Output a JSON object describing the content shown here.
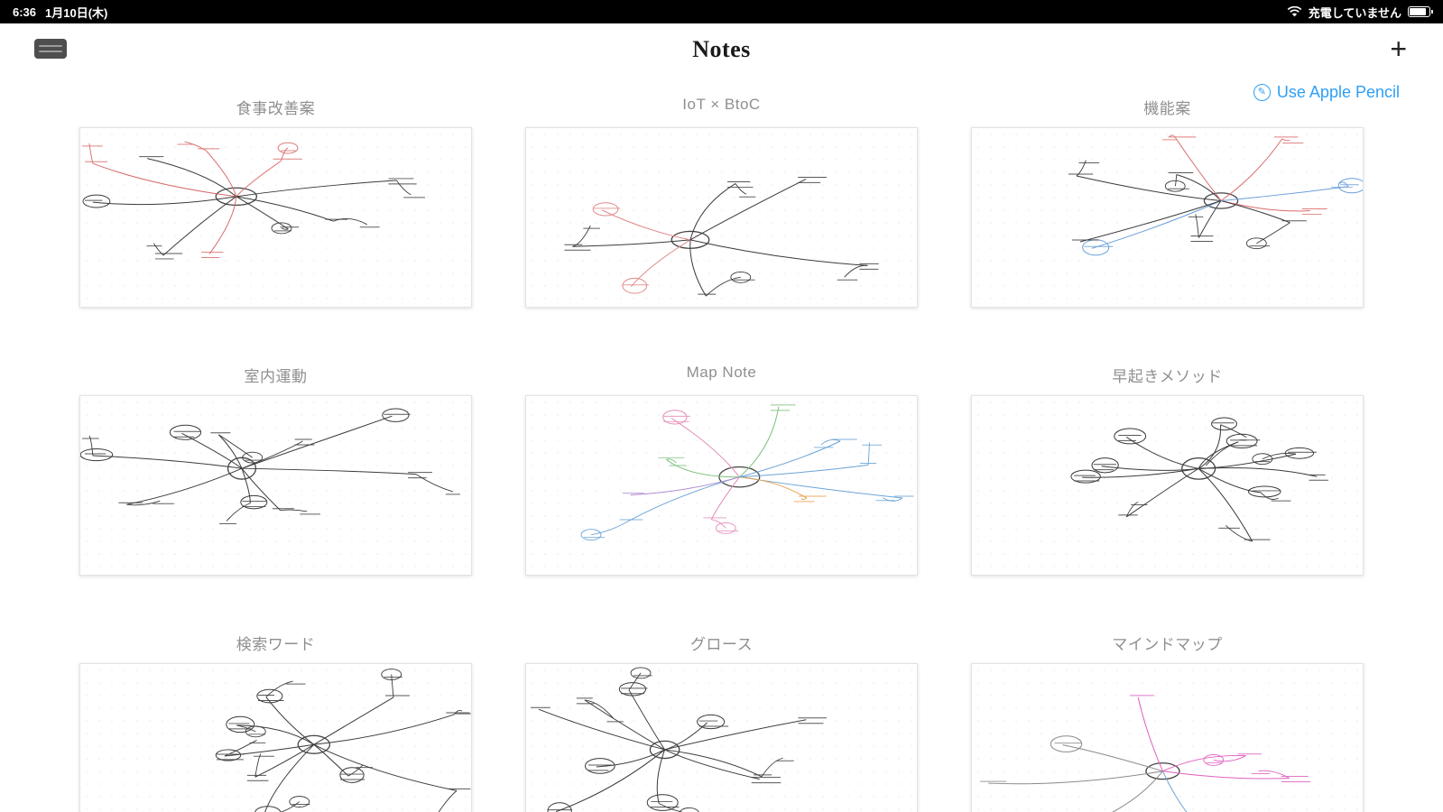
{
  "status_bar": {
    "time": "6:36",
    "date": "1月10日(木)",
    "charging_status": "充電していません"
  },
  "header": {
    "title": "Notes",
    "add_label": "+"
  },
  "apple_pencil": {
    "label": "Use Apple Pencil",
    "icon_glyph": "✎",
    "color": "#2f9ff6"
  },
  "notes": [
    {
      "title": "食事改善案",
      "colors": [
        "#3a3a3a",
        "#3a3a3a",
        "#3a3a3a",
        "#d96a6a",
        "#49b8ae"
      ]
    },
    {
      "title": "IoT × BtoC",
      "colors": [
        "#3a3a3a",
        "#3a3a3a",
        "#3a3a3a",
        "#e08a8a"
      ]
    },
    {
      "title": "機能案",
      "colors": [
        "#3a3a3a",
        "#3a3a3a",
        "#3a3a3a",
        "#d96a6a",
        "#6a9fd8"
      ]
    },
    {
      "title": "室内運動",
      "colors": [
        "#3a3a3a",
        "#3a3a3a"
      ]
    },
    {
      "title": "Map Note",
      "colors": [
        "#6aa3d5",
        "#e8a04c",
        "#7cbf7c",
        "#e589b8",
        "#b08ad0",
        "#49b8ae"
      ]
    },
    {
      "title": "早起きメソッド",
      "colors": [
        "#3a3a3a",
        "#3a3a3a"
      ]
    },
    {
      "title": "検索ワード",
      "colors": [
        "#3a3a3a",
        "#3a3a3a"
      ]
    },
    {
      "title": "グロース",
      "colors": [
        "#3a3a3a",
        "#3a3a3a"
      ]
    },
    {
      "title": "マインドマップ",
      "colors": [
        "#b06ad0",
        "#e060c0",
        "#e8a04c",
        "#6aa3d5",
        "#8a8a8a"
      ]
    }
  ]
}
